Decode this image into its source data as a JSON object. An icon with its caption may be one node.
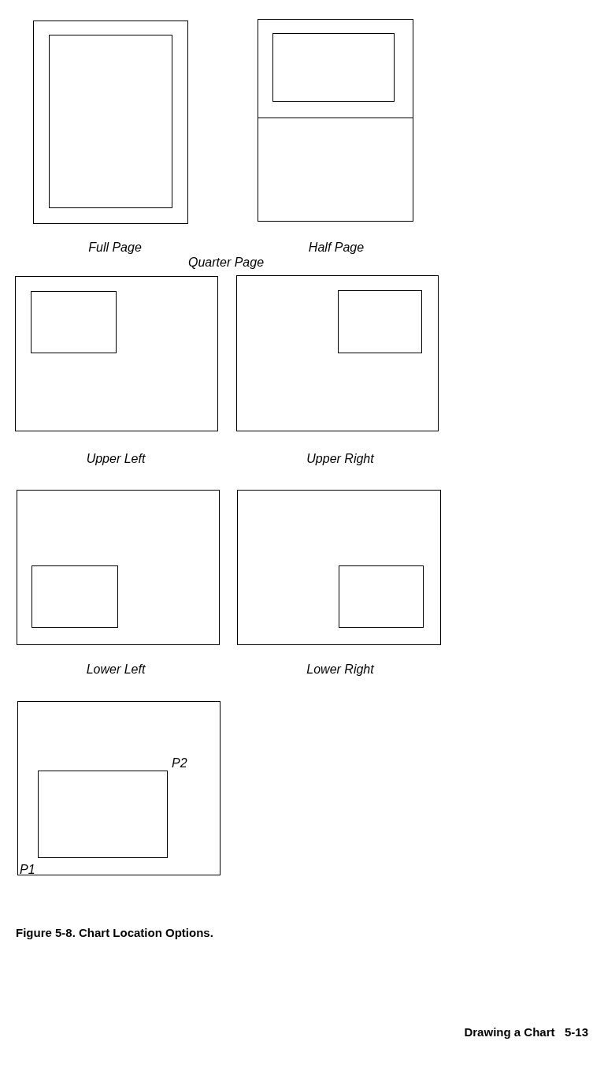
{
  "diagram": {
    "caption": "Figure 5-8. Chart Location Options.",
    "nodes": [
      {
        "text": [],
        "shape": "box",
        "beside": [
          "Full Page"
        ]
      },
      {
        "text": [],
        "shape": "box",
        "in": 0
      },
      {
        "text": [],
        "shape": "box",
        "beside": [
          "Half Page"
        ]
      },
      {
        "text": [],
        "shape": "box",
        "in": 2
      },
      {
        "text": [],
        "shape": "box",
        "beside": [
          "Upper Left"
        ]
      },
      {
        "text": [],
        "shape": "box",
        "in": 4
      },
      {
        "text": [],
        "shape": "box",
        "beside": [
          "Upper Right"
        ]
      },
      {
        "text": [],
        "shape": "box",
        "in": 6
      },
      {
        "text": [],
        "shape": "box",
        "beside": [
          "Lower Left"
        ]
      },
      {
        "text": [],
        "shape": "box",
        "in": 8
      },
      {
        "text": [],
        "shape": "box",
        "beside": [
          "Lower Right"
        ]
      },
      {
        "text": [],
        "shape": "box",
        "in": 10
      },
      {
        "text": [],
        "shape": "box"
      },
      {
        "text": [],
        "shape": "box",
        "in": 12
      }
    ],
    "labels": [
      "Quarter Page",
      "P2",
      "P1",
      "Drawing a Chart   5-13"
    ]
  }
}
